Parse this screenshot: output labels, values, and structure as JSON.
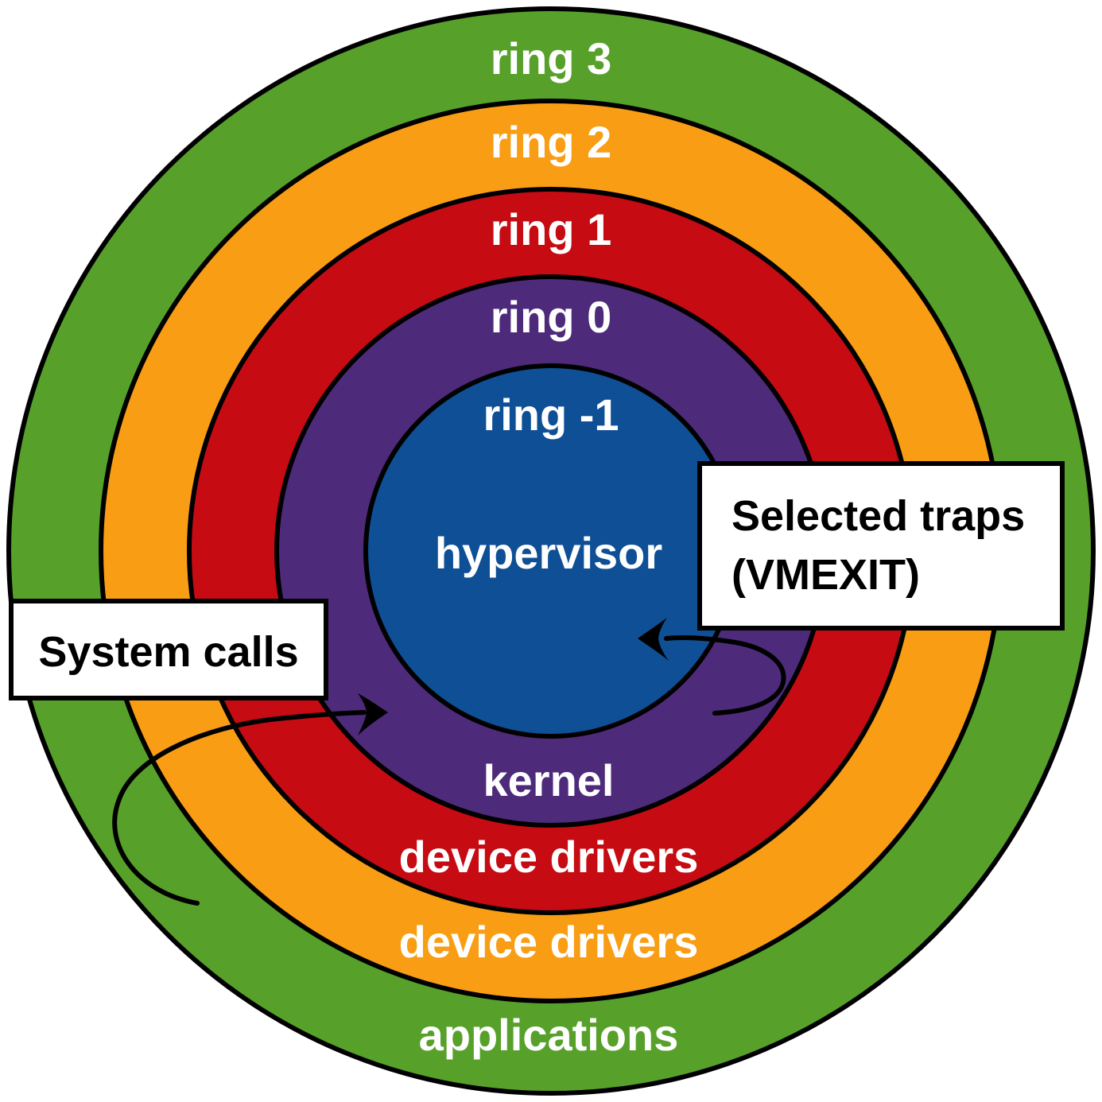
{
  "diagram": {
    "rings": [
      {
        "name": "ring 3",
        "zone": "applications",
        "color": "#57a12b"
      },
      {
        "name": "ring 2",
        "zone": "device drivers",
        "color": "#f99d15"
      },
      {
        "name": "ring 1",
        "zone": "device drivers",
        "color": "#c60b13"
      },
      {
        "name": "ring 0",
        "zone": "kernel",
        "color": "#4e2a7b"
      },
      {
        "name": "ring -1",
        "zone": "hypervisor",
        "color": "#0e4f96"
      }
    ],
    "callouts": {
      "system_calls": {
        "label": "System calls"
      },
      "selected_traps": {
        "line1": "Selected traps",
        "line2": "(VMEXIT)"
      }
    },
    "colors": {
      "outline": "#000000",
      "ring_text": "#ffffff",
      "callout_text": "#000000",
      "callout_background": "#ffffff"
    }
  }
}
